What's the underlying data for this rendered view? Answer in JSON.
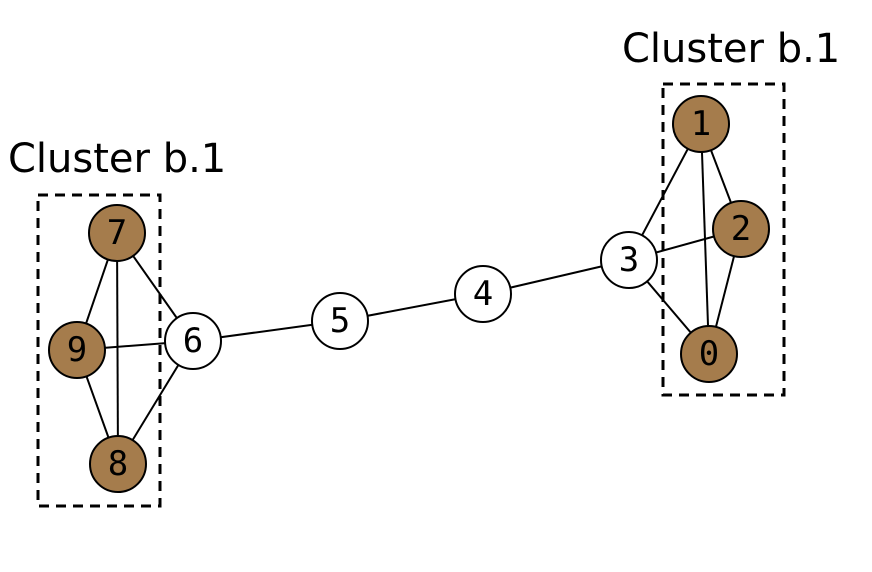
{
  "colors": {
    "cluster_node_fill": "#a57c4c",
    "plain_node_fill": "#ffffff",
    "stroke": "#000000"
  },
  "clusters": [
    {
      "id": "left",
      "label": "Cluster b.1",
      "members": [
        "7",
        "9",
        "8"
      ]
    },
    {
      "id": "right",
      "label": "Cluster b.1",
      "members": [
        "1",
        "2",
        "0"
      ]
    }
  ],
  "nodes": [
    {
      "id": "0",
      "label": "0",
      "clustered": true
    },
    {
      "id": "1",
      "label": "1",
      "clustered": true
    },
    {
      "id": "2",
      "label": "2",
      "clustered": true
    },
    {
      "id": "3",
      "label": "3",
      "clustered": false
    },
    {
      "id": "4",
      "label": "4",
      "clustered": false
    },
    {
      "id": "5",
      "label": "5",
      "clustered": false
    },
    {
      "id": "6",
      "label": "6",
      "clustered": false
    },
    {
      "id": "7",
      "label": "7",
      "clustered": true
    },
    {
      "id": "8",
      "label": "8",
      "clustered": true
    },
    {
      "id": "9",
      "label": "9",
      "clustered": true
    }
  ],
  "edges": [
    [
      "1",
      "2"
    ],
    [
      "1",
      "0"
    ],
    [
      "1",
      "3"
    ],
    [
      "2",
      "3"
    ],
    [
      "2",
      "0"
    ],
    [
      "3",
      "0"
    ],
    [
      "3",
      "4"
    ],
    [
      "4",
      "5"
    ],
    [
      "5",
      "6"
    ],
    [
      "7",
      "9"
    ],
    [
      "7",
      "8"
    ],
    [
      "7",
      "6"
    ],
    [
      "9",
      "6"
    ],
    [
      "9",
      "8"
    ],
    [
      "8",
      "6"
    ]
  ]
}
